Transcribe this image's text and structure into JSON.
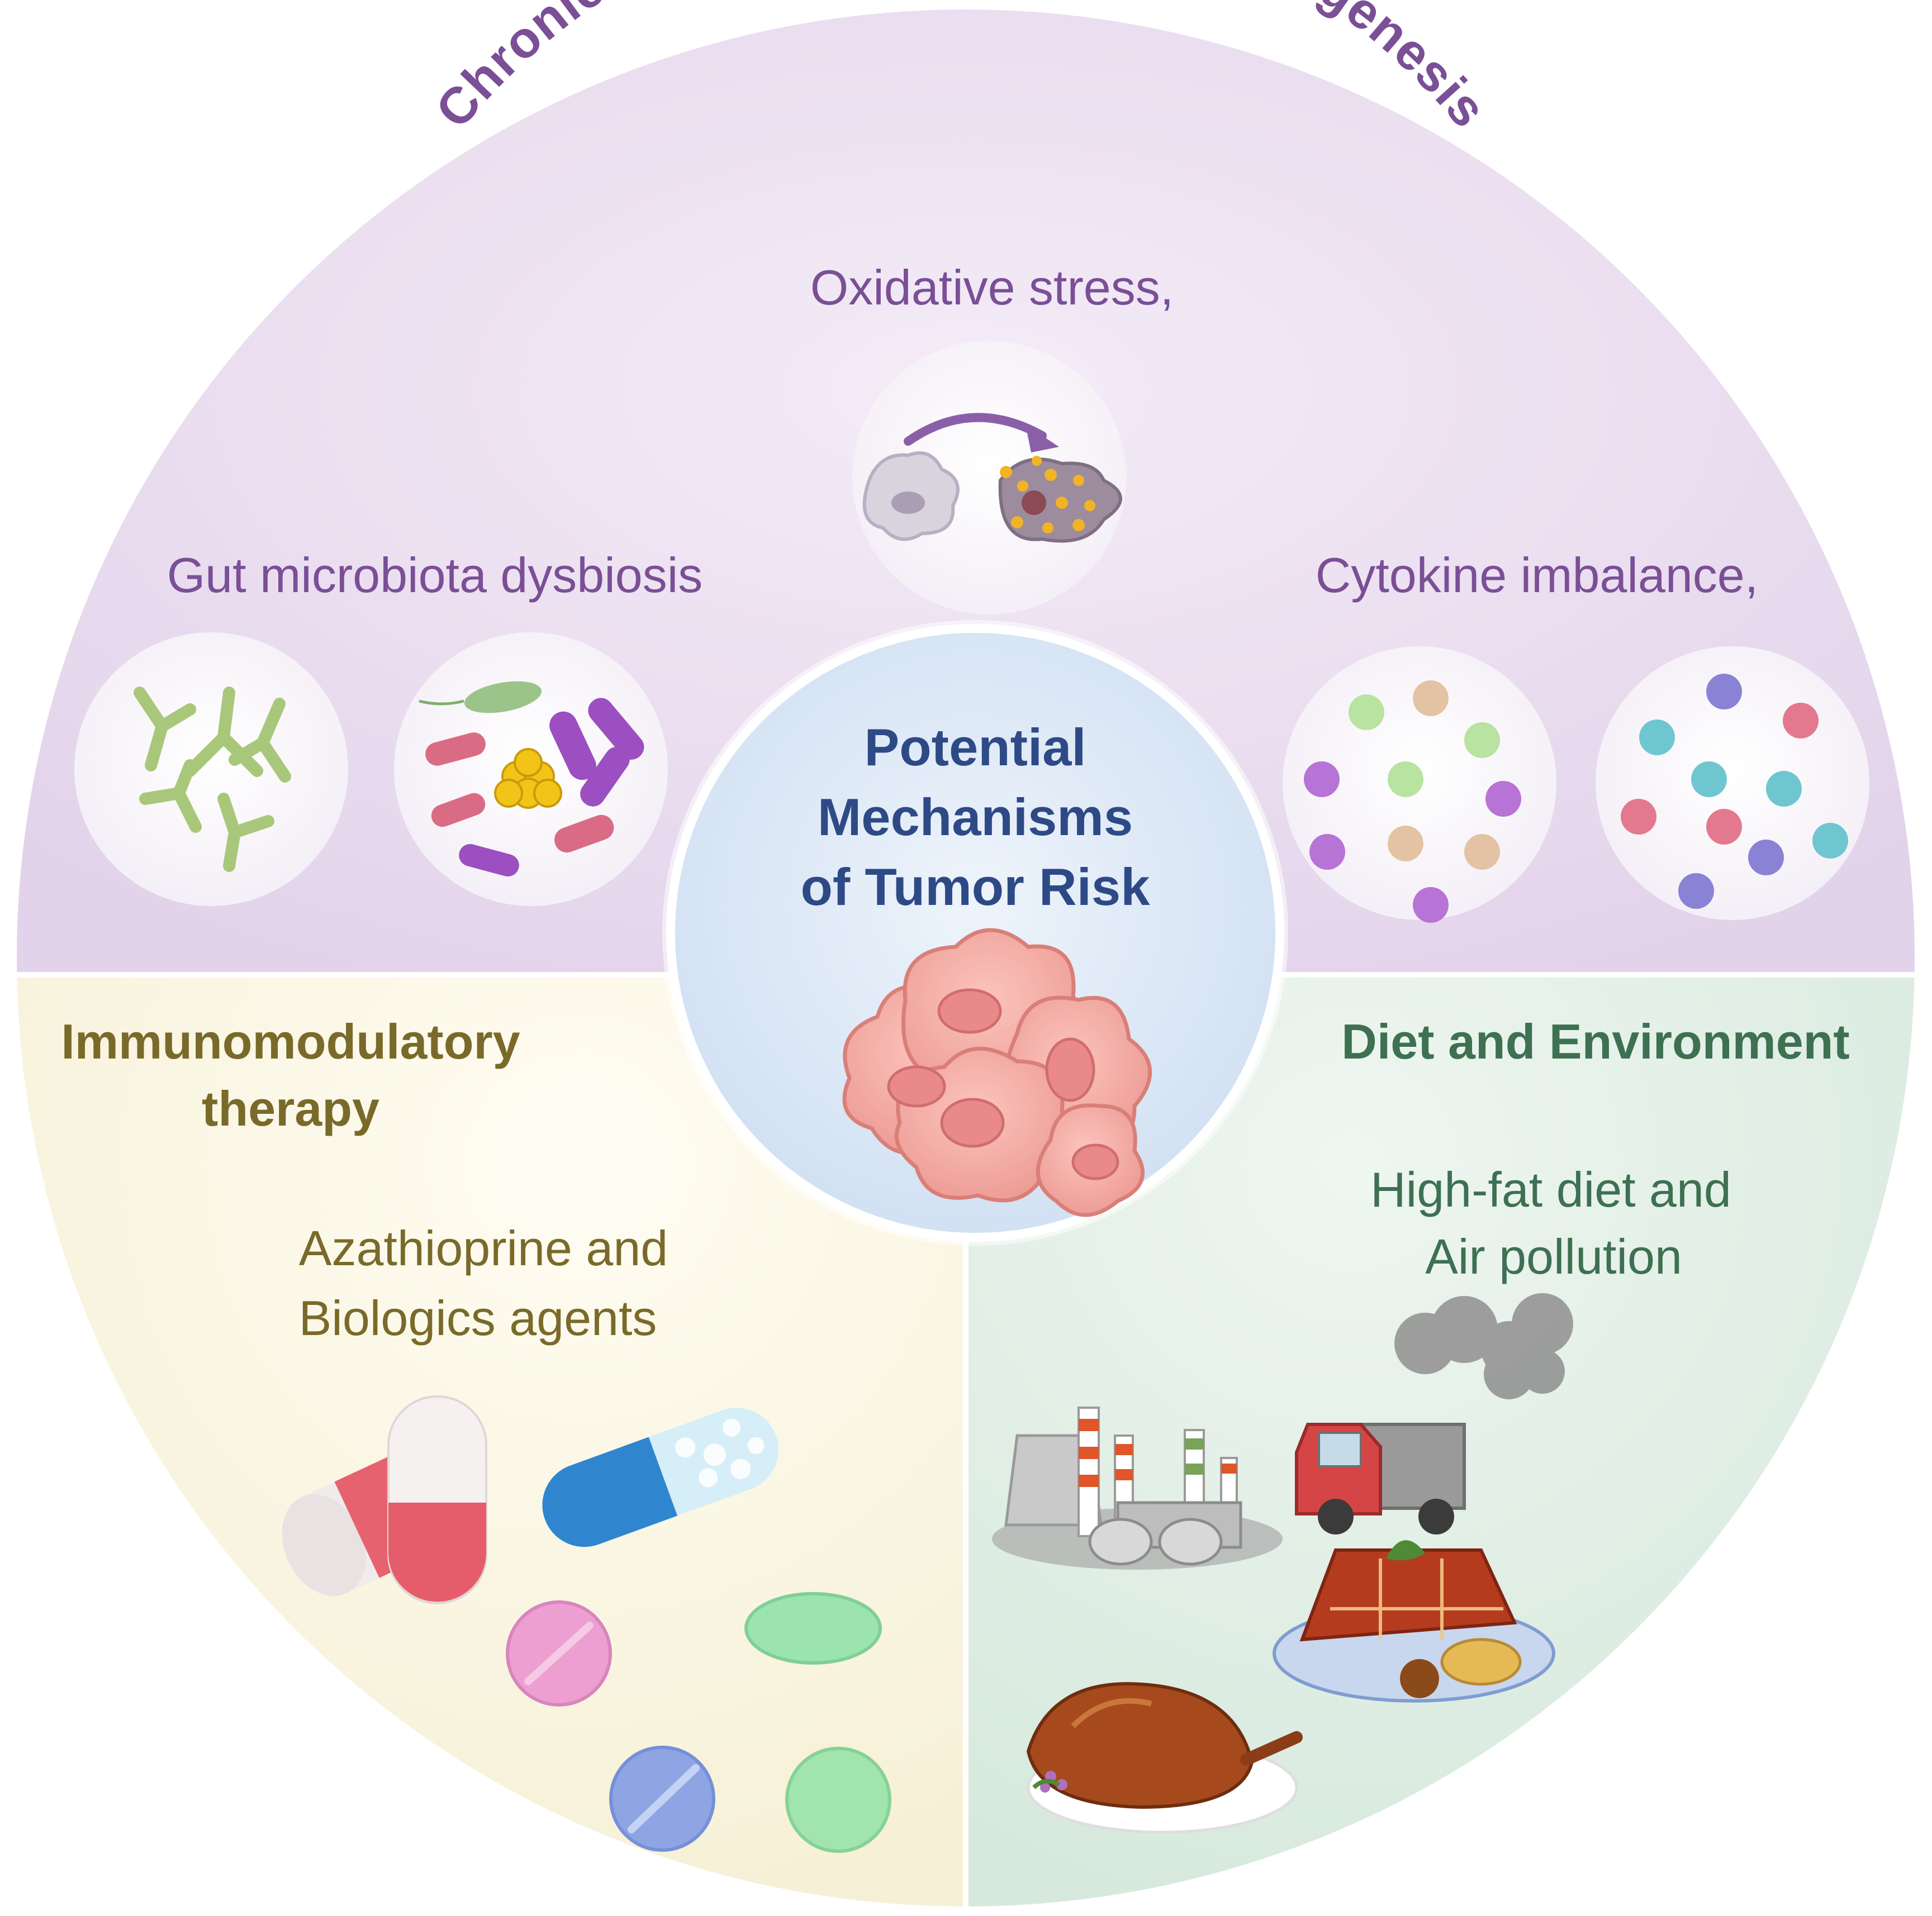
{
  "top_section": {
    "arc_title": "Chronic Inflammation-Driven Carcinogenesis",
    "oxidative_label": "Oxidative stress,",
    "gut_label": "Gut microbiota dysbiosis",
    "cytokine_label": "Cytokine imbalance,"
  },
  "center": {
    "line1": "Potential",
    "line2": "Mechanisms",
    "line3": "of Tumor Risk"
  },
  "left_section": {
    "title_line1": "Immunomodulatory",
    "title_line2": "therapy",
    "text_line1": "Azathioprine and",
    "text_line2": "Biologics agents"
  },
  "right_section": {
    "title": "Diet and Environment",
    "text_line1": "High-fat diet and",
    "text_line2": "Air pollution"
  },
  "colors": {
    "top_fill": "#e9dcef",
    "left_fill": "#fbf7e6",
    "right_fill": "#e2efe6",
    "center_fill": "#dde9f6",
    "purple_text": "#7a4f96",
    "olive_text": "#7a6a2a",
    "green_text": "#3e7052",
    "navy_text": "#2e4a86"
  }
}
